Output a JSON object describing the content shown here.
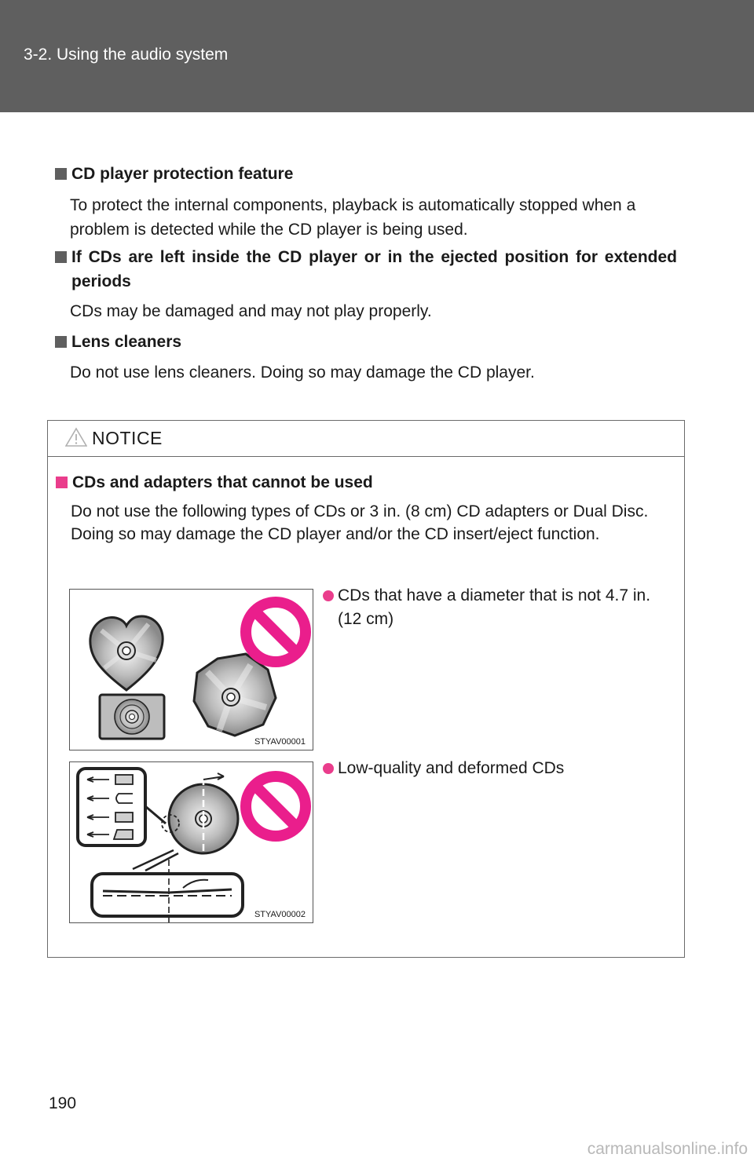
{
  "header": {
    "title": "3-2. Using the audio system"
  },
  "sections": [
    {
      "title": "CD player protection feature",
      "text": "To protect the internal components, playback is automatically stopped when a problem is detected while the CD player is being used."
    },
    {
      "title": "If CDs are left inside the CD player or in the ejected position for extended periods",
      "text": "CDs may be damaged and may not play properly."
    },
    {
      "title": "Lens cleaners",
      "text": "Do not use lens cleaners. Doing so may damage the CD player."
    }
  ],
  "notice": {
    "title": "NOTICE",
    "subtitle": "CDs and adapters that cannot be used",
    "text_line1": "Do not use the following types of CDs or 3 in. (8 cm) CD adapters or Dual Disc.",
    "text_line2": "Doing so may damage the CD player and/or the CD insert/eject function.",
    "items": [
      {
        "text": "CDs that have a diameter that is not 4.7 in. (12 cm)",
        "figure_code": "STYAV00001"
      },
      {
        "text": "Low-quality and deformed CDs",
        "figure_code": "STYAV00002"
      }
    ]
  },
  "page_number": "190",
  "footer": {
    "url": "carmanualsonline.info"
  },
  "colors": {
    "header_bg": "#5f5f5f",
    "accent": "#ea3d8c"
  }
}
